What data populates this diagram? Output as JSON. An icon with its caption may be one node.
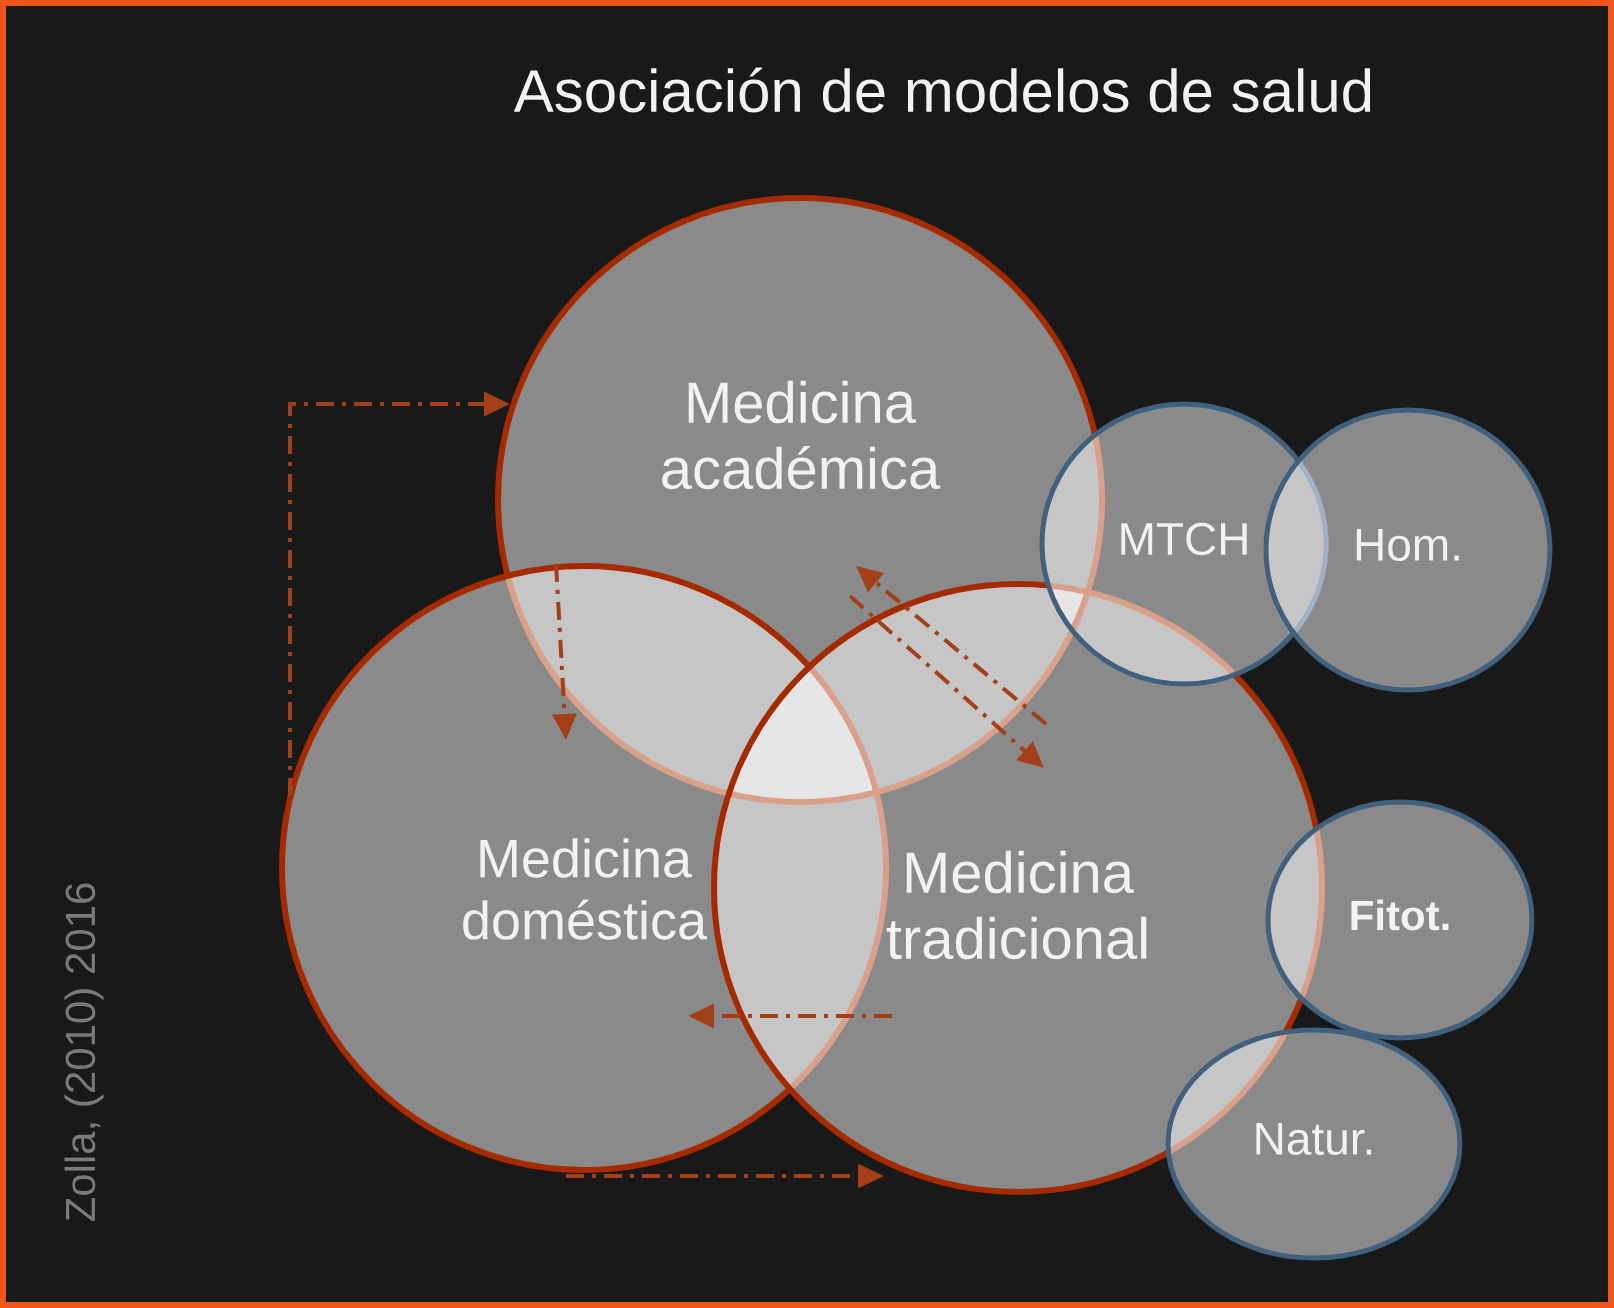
{
  "diagram": {
    "title": "Asociación de modelos de salud",
    "nodes": [
      {
        "text": [
          "Medicina académica"
        ]
      },
      {
        "text": [
          "Medicina doméstica"
        ]
      },
      {
        "text": [
          "Medicina tradicional"
        ]
      },
      {
        "text": [
          "MTCH"
        ]
      },
      {
        "text": [
          "Hom."
        ]
      },
      {
        "text": [
          "Fitot."
        ]
      },
      {
        "text": [
          "Natur."
        ]
      }
    ],
    "edges": [
      {
        "from": 1,
        "to": 0,
        "arrow": "to"
      },
      {
        "from": 0,
        "to": 1,
        "arrow": "to"
      },
      {
        "from": 0,
        "to": 2,
        "arrow": "to"
      },
      {
        "from": 2,
        "to": 0,
        "arrow": "to"
      },
      {
        "from": 2,
        "to": 1,
        "arrow": "to"
      },
      {
        "from": 1,
        "to": 2,
        "arrow": "to"
      }
    ],
    "labels": [
      "Zolla, (2010) 2016"
    ]
  }
}
